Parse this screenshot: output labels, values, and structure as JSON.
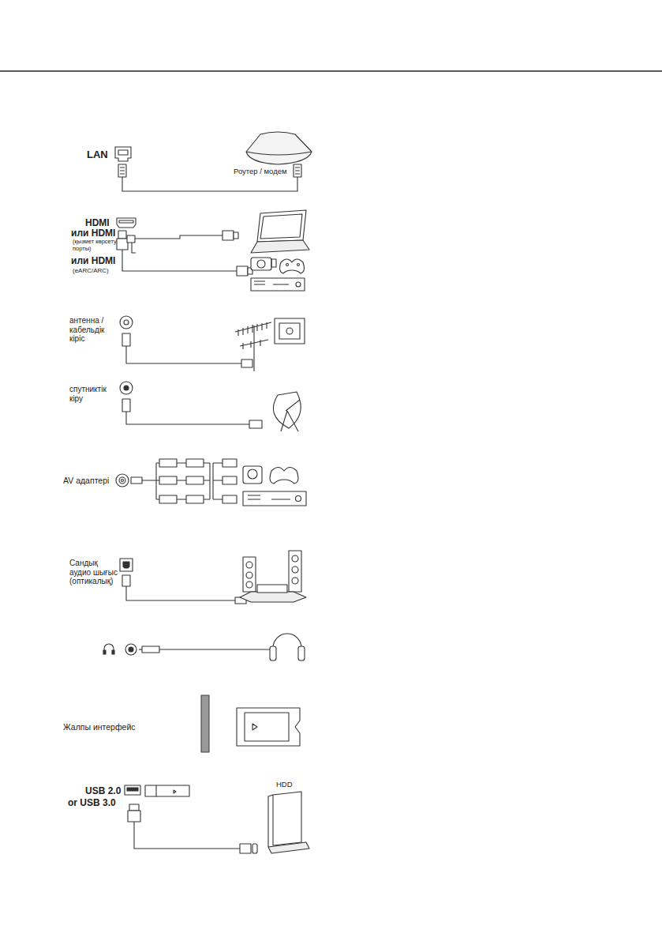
{
  "diagram": {
    "labels": [
      "LAN",
      "Роутер / модем",
      "HDMI",
      "или HDMI",
      "(қызмет көрсету порты)",
      "или HDMI",
      "(eARC/ARC)",
      "антенна / кабельдік кіріс",
      "спутниктік кіру",
      "AV адаптері",
      "Сандық аудио шығыс (оптикалық)",
      "Жалпы интерфейс",
      "USB 2.0",
      "or USB 3.0",
      "HDD"
    ]
  }
}
